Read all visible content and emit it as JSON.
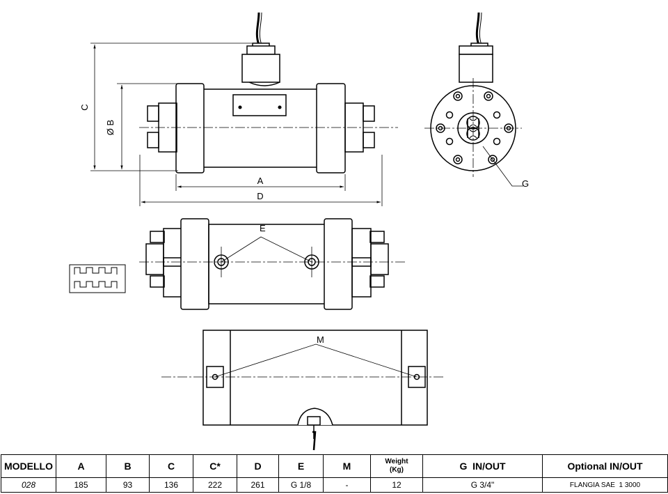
{
  "labels": {
    "dim_c": "C",
    "dim_b": "Ø B",
    "dim_a": "A",
    "dim_d": "D",
    "label_g": "G",
    "label_e": "E",
    "label_m": "M"
  },
  "table": {
    "headers": [
      "MODELLO",
      "A",
      "B",
      "C",
      "C*",
      "D",
      "E",
      "M",
      "Weight\n(Kg)",
      "G  IN/OUT",
      "Optional IN/OUT"
    ],
    "row": [
      "028",
      "185",
      "93",
      "136",
      "222",
      "261",
      "G 1/8",
      "-",
      "12",
      "G 3/4\"",
      "FLANGIA SAE  1 3000"
    ]
  }
}
